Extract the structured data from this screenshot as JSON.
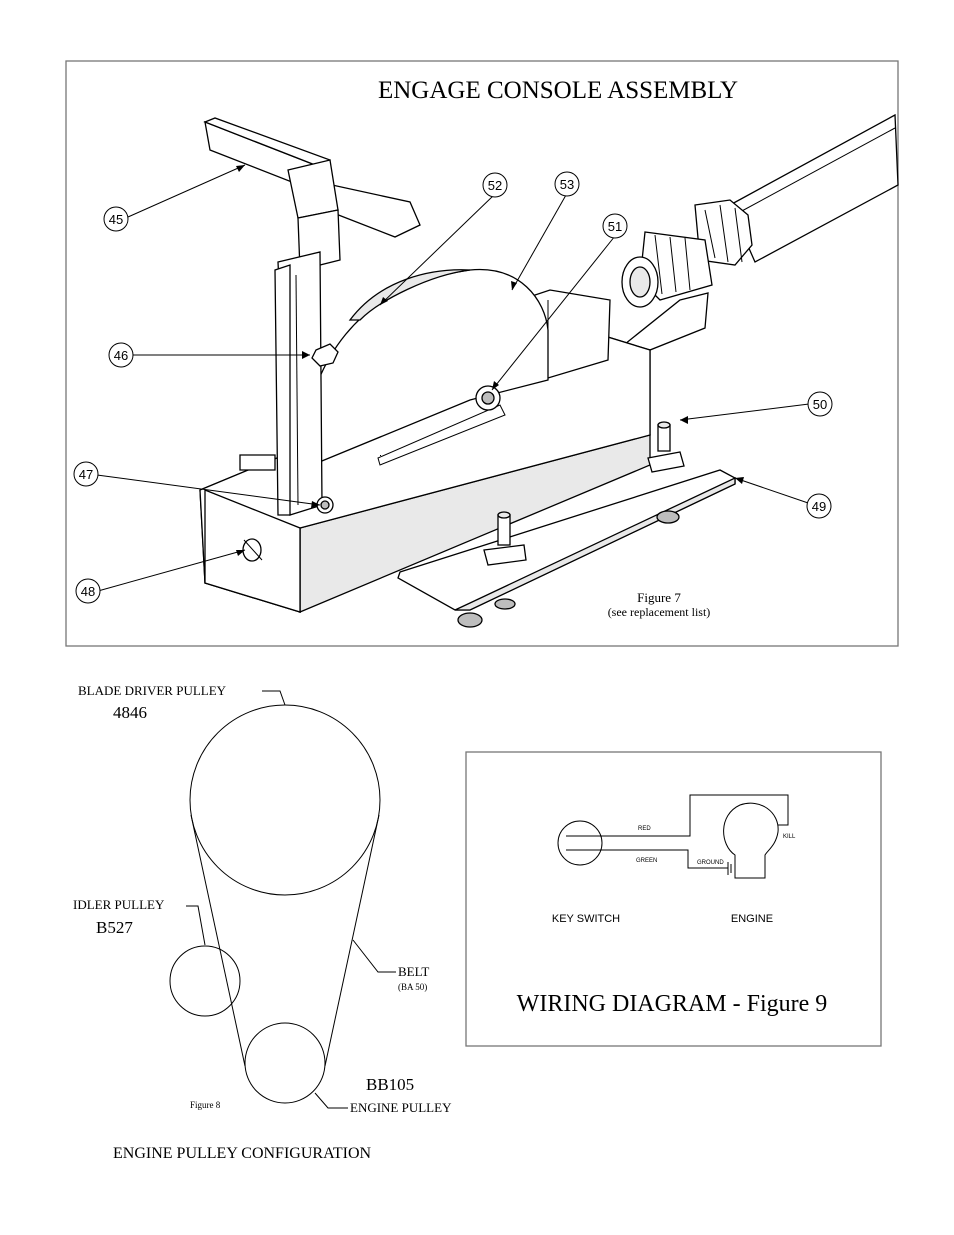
{
  "figure7": {
    "title": "ENGAGE CONSOLE ASSEMBLY",
    "caption_line1": "Figure 7",
    "caption_line2": "(see replacement list)",
    "callouts": [
      "45",
      "46",
      "47",
      "48",
      "49",
      "50",
      "51",
      "52",
      "53"
    ]
  },
  "figure8": {
    "blade_driver_label": "BLADE DRIVER PULLEY",
    "blade_driver_part": "4846",
    "idler_label": "IDLER PULLEY",
    "idler_part": "B527",
    "belt_label": "BELT",
    "belt_part": "(BA 50)",
    "engine_part": "BB105",
    "engine_label": "ENGINE PULLEY",
    "figure_label": "Figure 8",
    "title": "ENGINE PULLEY CONFIGURATION"
  },
  "figure9": {
    "red_label": "RED",
    "green_label": "GREEN",
    "ground_label": "GROUND",
    "kill_label": "KILL",
    "key_switch_label": "KEY SWITCH",
    "engine_label": "ENGINE",
    "title": "WIRING DIAGRAM - Figure 9"
  }
}
